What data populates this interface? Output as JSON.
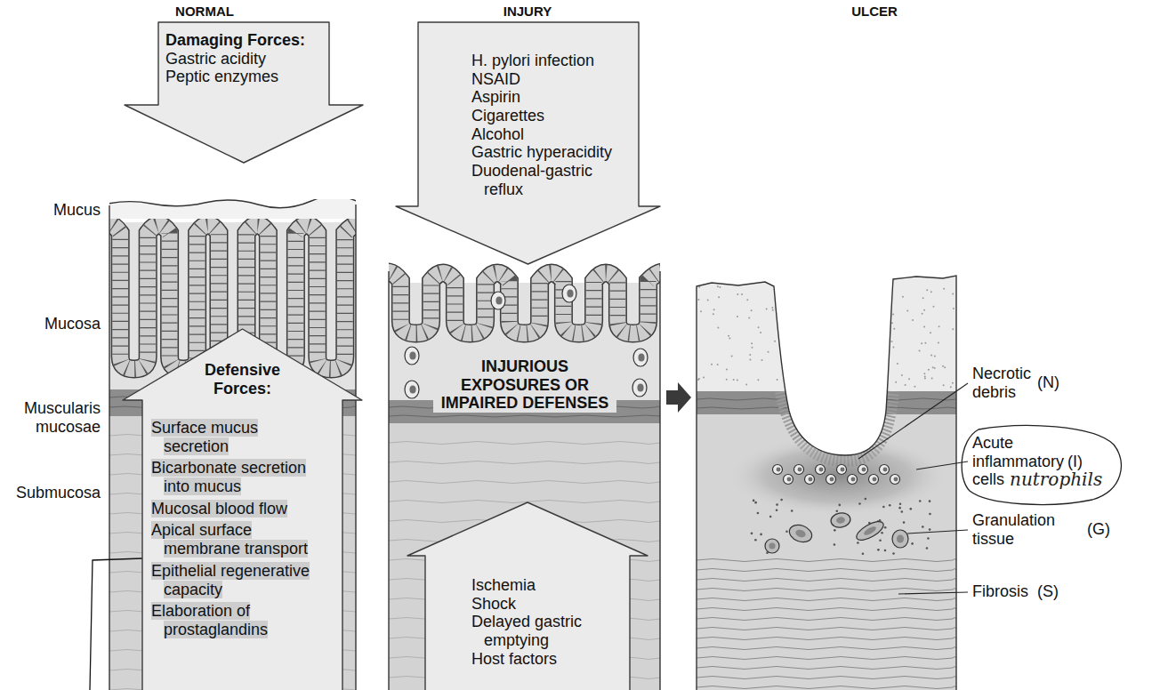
{
  "diagram": {
    "nodes": [
      {
        "text": [
          "Damaging Forces:",
          "Gastric acidity",
          "Peptic enzymes"
        ]
      },
      {
        "text": [
          "Defensive Forces:",
          "Surface mucus secretion",
          "Bicarbonate secretion into mucus",
          "Mucosal blood flow",
          "Apical surface membrane transport",
          "Epithelial regenerative capacity",
          "Elaboration of prostaglandins"
        ]
      },
      {
        "text": [
          "H. pylori infection",
          "NSAID",
          "Aspirin",
          "Cigarettes",
          "Alcohol",
          "Gastric hyperacidity",
          "Duodenal-gastric reflux"
        ]
      },
      {
        "text": [
          "Ischemia",
          "Shock",
          "Delayed gastric emptying",
          "Host factors"
        ]
      }
    ],
    "labels": [
      "NORMAL",
      "INJURY",
      "ULCER",
      "Mucus",
      "Mucosa",
      "Muscularis mucosae",
      "Submucosa",
      "INJURIOUS EXPOSURES OR IMPAIRED DEFENSES",
      "Necrotic debris",
      "(N)",
      "Acute inflammatory cells",
      "(I)",
      "nutrophils",
      "Granulation tissue",
      "(G)",
      "Fibrosis",
      "(S)"
    ]
  }
}
